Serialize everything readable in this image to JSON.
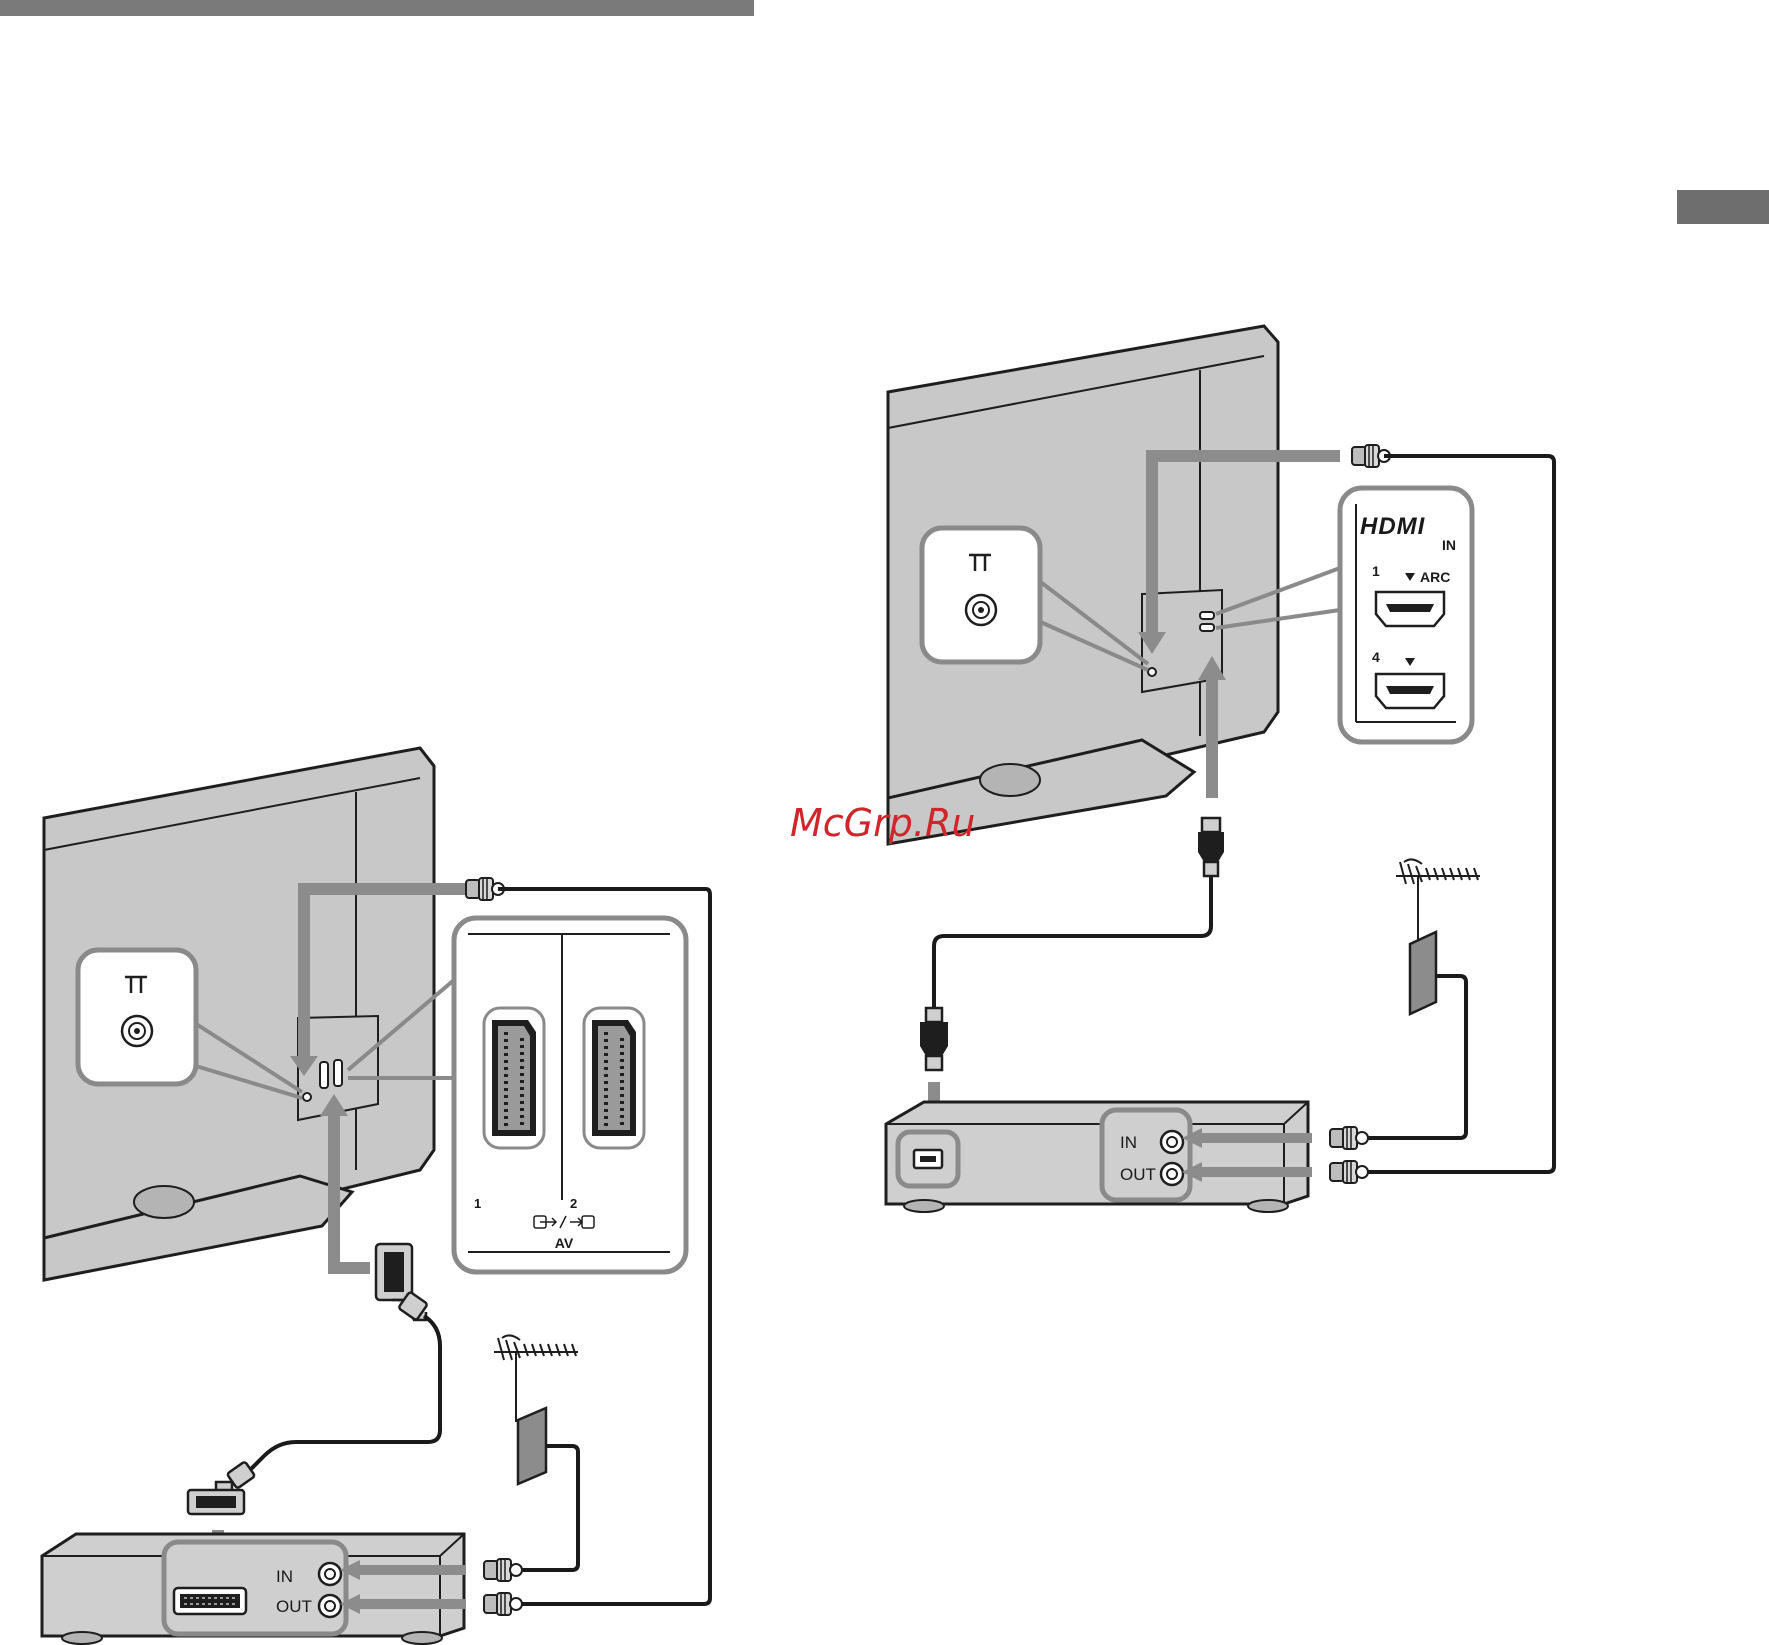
{
  "page": {
    "background": "#ffffff",
    "bar_color": "#7a7a7a",
    "tab_color": "#6e6e6e"
  },
  "watermark": {
    "text": "McGrp.Ru",
    "color": "#d0262b"
  },
  "diagram_left": {
    "panel_labels": {
      "port_1": "1",
      "port_2": "2",
      "av": "AV"
    },
    "device_labels": {
      "in": "IN",
      "out": "OUT"
    },
    "icons": [
      "antenna-symbol-icon",
      "scart-socket-icon",
      "scart-plug-icon",
      "coax-plug-icon",
      "aerial-icon",
      "wall-socket-icon",
      "input-output-symbol-icon"
    ]
  },
  "diagram_right": {
    "panel_labels": {
      "hdmi": "HDMI",
      "hdmi_in": "IN",
      "port_1": "1",
      "port_1_arc": "ARC",
      "port_4": "4"
    },
    "device_labels": {
      "in": "IN",
      "out": "OUT"
    },
    "icons": [
      "antenna-symbol-icon",
      "hdmi-socket-icon",
      "hdmi-plug-icon",
      "coax-plug-icon",
      "aerial-icon",
      "wall-socket-icon"
    ]
  },
  "colors": {
    "tv_body": "#c8c8c8",
    "device_body": "#cfcfcf",
    "callout_border": "#8a8a8a",
    "arrow": "#8c8c8c",
    "cable": "#1a1a1a",
    "outline": "#1e1e1e"
  }
}
